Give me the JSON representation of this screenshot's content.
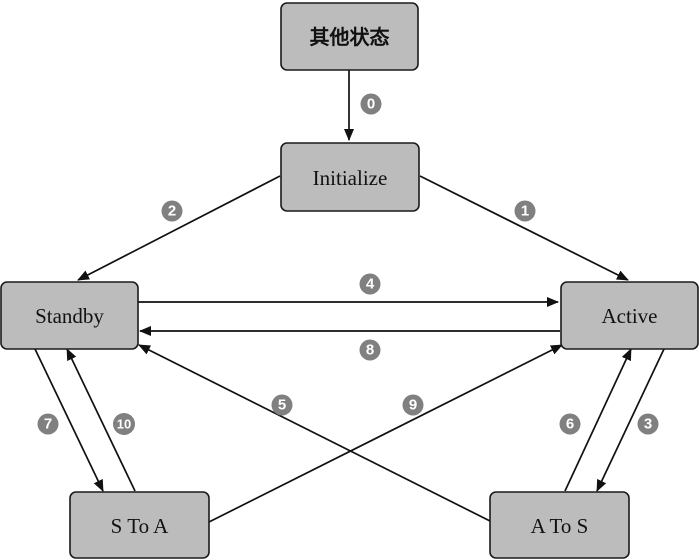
{
  "states": {
    "other": "其他状态",
    "initialize": "Initialize",
    "standby": "Standby",
    "active": "Active",
    "s_to_a": "S To A",
    "a_to_s": "A To S"
  },
  "transitions": [
    {
      "id": "t0",
      "label": "0",
      "from": "other",
      "to": "initialize"
    },
    {
      "id": "t1",
      "label": "1",
      "from": "initialize",
      "to": "active"
    },
    {
      "id": "t2",
      "label": "2",
      "from": "initialize",
      "to": "standby"
    },
    {
      "id": "t3",
      "label": "3",
      "from": "active",
      "to": "a_to_s"
    },
    {
      "id": "t4",
      "label": "4",
      "from": "standby",
      "to": "active"
    },
    {
      "id": "t5",
      "label": "5",
      "from": "a_to_s",
      "to": "standby"
    },
    {
      "id": "t6",
      "label": "6",
      "from": "a_to_s",
      "to": "active"
    },
    {
      "id": "t7",
      "label": "7",
      "from": "standby",
      "to": "s_to_a"
    },
    {
      "id": "t8",
      "label": "8",
      "from": "active",
      "to": "standby"
    },
    {
      "id": "t9",
      "label": "9",
      "from": "s_to_a",
      "to": "active"
    },
    {
      "id": "t10",
      "label": "10",
      "from": "s_to_a",
      "to": "standby"
    }
  ]
}
